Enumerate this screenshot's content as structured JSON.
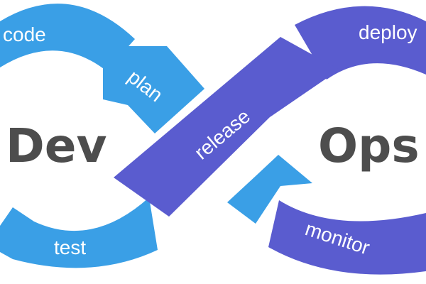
{
  "diagram": {
    "left_word": "Dev",
    "right_word": "Ops",
    "stages": {
      "code": "code",
      "plan": "plan",
      "release": "release",
      "deploy": "deploy",
      "monitor": "monitor",
      "test": "test"
    }
  },
  "colors": {
    "dev_blue": "#3a9fe6",
    "ops_purple": "#5a5ccf",
    "text_dark": "#4d4d4d",
    "label_white": "#ffffff"
  }
}
